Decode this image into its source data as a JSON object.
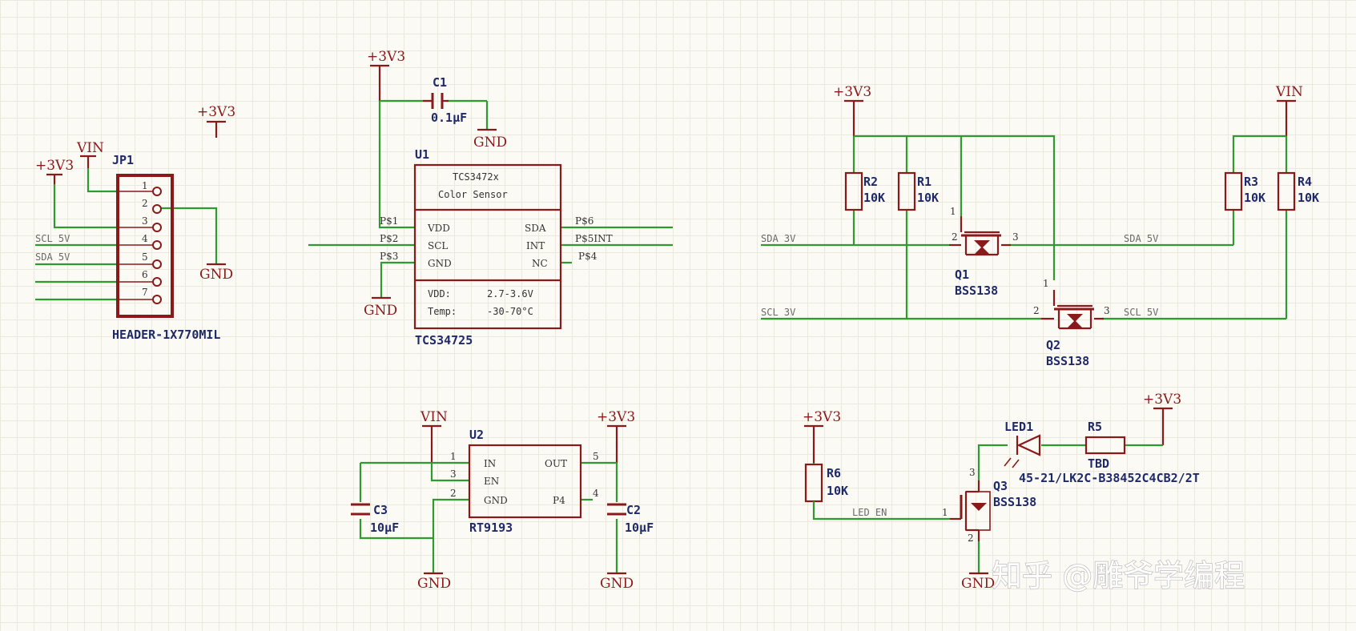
{
  "ports": {
    "jp1_3v3": "+3V3",
    "jp1_vin": "VIN",
    "top_3v3": "+3V3",
    "jp1_gnd": "GND",
    "u1_3v3": "+3V3",
    "c1_gnd": "GND",
    "u1_gnd": "GND",
    "lvl_3v3": "+3V3",
    "lvl_vin": "VIN",
    "u2_vin": "VIN",
    "u2_3v3": "+3V3",
    "c3_gnd": "GND",
    "c2_gnd": "GND",
    "led_3v3": "+3V3",
    "r6_3v3": "+3V3",
    "q3_gnd": "GND"
  },
  "jp1": {
    "designator": "JP1",
    "comment": "HEADER-1X770MIL",
    "pins": [
      "1",
      "2",
      "3",
      "4",
      "5",
      "6",
      "7"
    ],
    "nets": [
      "SCL 5V",
      "SDA 5V"
    ]
  },
  "c1": {
    "designator": "C1",
    "value": "0.1µF"
  },
  "u1": {
    "designator": "U1",
    "comment": "TCS34725",
    "title": "TCS3472x",
    "subtitle": "Color Sensor",
    "left_pins": [
      "VDD",
      "SCL",
      "GND"
    ],
    "left_labels": [
      "P$1",
      "P$2",
      "P$3"
    ],
    "right_pins": [
      "SDA",
      "INT",
      "NC"
    ],
    "right_labels": [
      "P$6",
      "P$5INT",
      "P$4"
    ],
    "spec_labels": [
      "VDD:",
      "Temp:"
    ],
    "spec_values": [
      "2.7-3.6V",
      "-30-70°C"
    ]
  },
  "level_shifter": {
    "r2": {
      "designator": "R2",
      "value": "10K"
    },
    "r1": {
      "designator": "R1",
      "value": "10K"
    },
    "r3": {
      "designator": "R3",
      "value": "10K"
    },
    "r4": {
      "designator": "R4",
      "value": "10K"
    },
    "q1": {
      "designator": "Q1",
      "value": "BSS138",
      "pins": [
        "1",
        "2",
        "3"
      ]
    },
    "q2": {
      "designator": "Q2",
      "value": "BSS138",
      "pins": [
        "1",
        "2",
        "3"
      ]
    },
    "nets": [
      "SDA 3V",
      "SDA 5V",
      "SCL 3V",
      "SCL 5V"
    ]
  },
  "u2": {
    "designator": "U2",
    "comment": "RT9193",
    "left_pins": [
      "IN",
      "EN",
      "GND"
    ],
    "left_nums": [
      "1",
      "3",
      "2"
    ],
    "right_pins": [
      "OUT",
      "P4"
    ],
    "right_nums": [
      "5",
      "4"
    ]
  },
  "c3": {
    "designator": "C3",
    "value": "10µF"
  },
  "c2": {
    "designator": "C2",
    "value": "10µF"
  },
  "led": {
    "r6": {
      "designator": "R6",
      "value": "10K"
    },
    "led1": {
      "designator": "LED1",
      "value": "45-21/LK2C-B38452C4CB2/2T"
    },
    "r5": {
      "designator": "R5",
      "value": "TBD"
    },
    "q3": {
      "designator": "Q3",
      "value": "BSS138",
      "pins": [
        "1",
        "2",
        "3"
      ]
    },
    "net": "LED EN"
  },
  "watermark": "知乎 @雕爷学编程",
  "colors": {
    "wire": "#2f9a2f",
    "component": "#8a1a1a",
    "designator": "#1f2a6a",
    "grid": "#ebe9de"
  }
}
